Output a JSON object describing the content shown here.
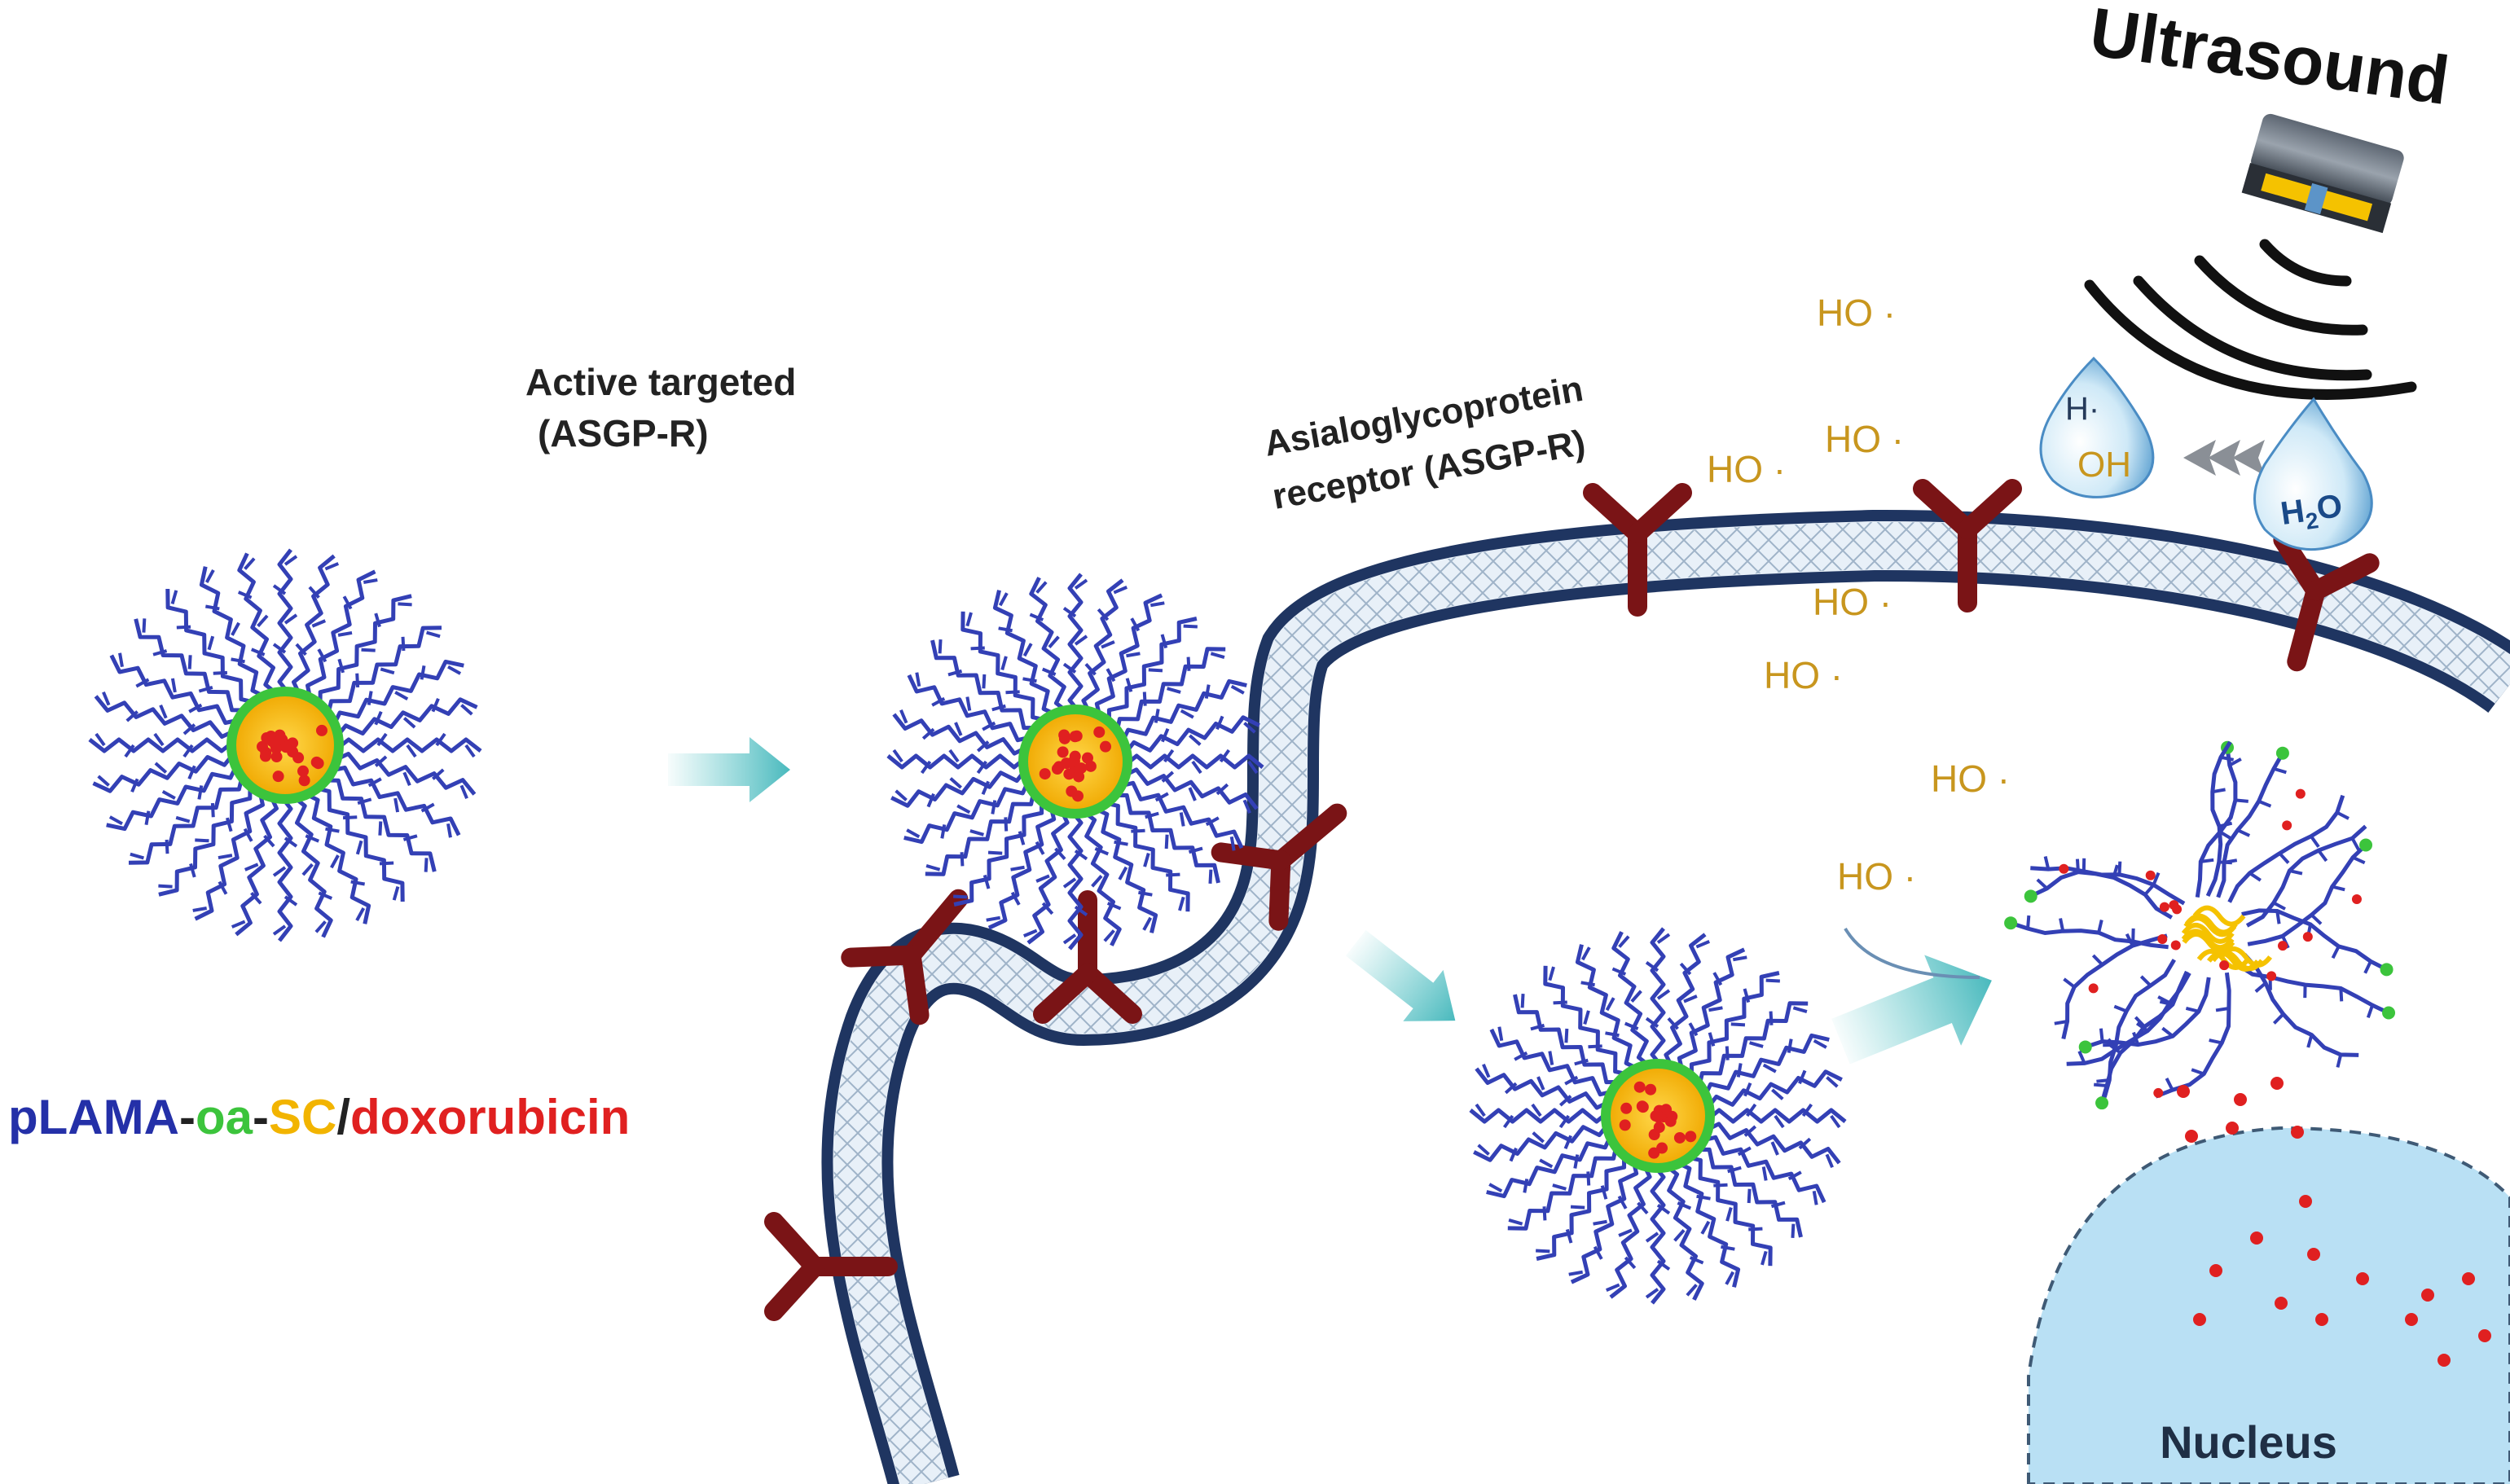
{
  "labels": {
    "ultrasound": "Ultrasound",
    "active_targeted_1": "Active targeted",
    "active_targeted_2": "(ASGP-R)",
    "receptor_1": "Asialoglycoprotein",
    "receptor_2": "receptor  (ASGP-R)",
    "nucleus": "Nucleus",
    "h_dot": "H·",
    "oh": "OH",
    "h2o_h": "H",
    "h2o_2": "2",
    "h2o_o": "O"
  },
  "legend": [
    {
      "text": "pLAMA",
      "color": "#2430a8"
    },
    {
      "text": "-",
      "color": "#222222"
    },
    {
      "text": "oa",
      "color": "#3cc43c"
    },
    {
      "text": "-",
      "color": "#222222"
    },
    {
      "text": "SC",
      "color": "#f2b400"
    },
    {
      "text": "/",
      "color": "#222222"
    },
    {
      "text": "doxorubicin",
      "color": "#e02020"
    }
  ],
  "radicals": [
    "HO ·",
    "HO ·",
    "HO ·",
    "HO ·",
    "HO ·",
    "HO ·",
    "HO ·"
  ],
  "colors": {
    "polymer": "#3340b5",
    "shell": "#3cc43c",
    "core": "#f5c200",
    "drug": "#e02020",
    "receptor": "#7a1416",
    "membrane": "#1f3561",
    "radical": "#c8961e",
    "arrow": "#5cc7c9",
    "nucleus": "#b9e0f4"
  }
}
